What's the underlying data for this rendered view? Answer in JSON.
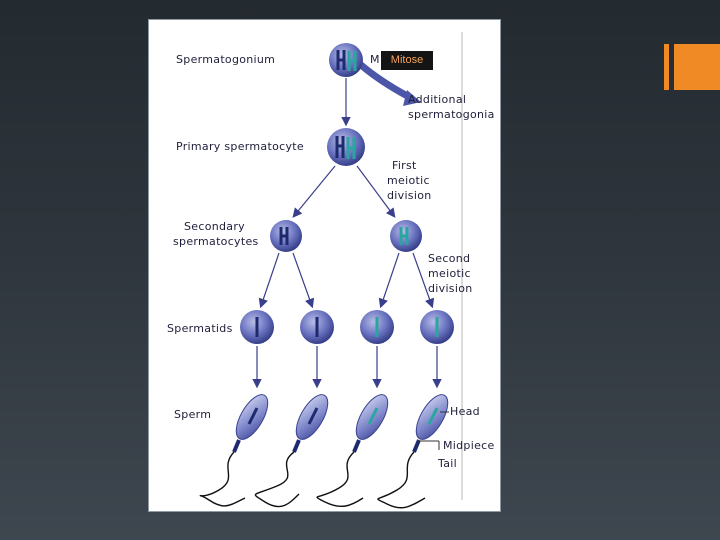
{
  "labels": {
    "spermatogonium": "Spermatogonium",
    "mitose_partial": "M",
    "mitose": "Mitose",
    "additional_1": "Additional",
    "additional_2": "spermatogonia",
    "primary": "Primary spermatocyte",
    "first_1": "First",
    "first_2": "meiotic",
    "first_3": "division",
    "secondary_1": "Secondary",
    "secondary_2": "spermatocytes",
    "second_1": "Second",
    "second_2": "meiotic",
    "second_3": "division",
    "spermatids": "Spermatids",
    "sperm": "Sperm",
    "head": "Head",
    "midpiece": "Midpiece",
    "tail": "Tail"
  },
  "colors": {
    "accent": "#f08a24",
    "cell_fill": "#5a64b4",
    "cell_edge": "#2e3680",
    "chrom_dark": "#1e2a6e",
    "chrom_teal": "#2aa6a0",
    "arrow": "#3a3f8c",
    "tag_bg": "#141414",
    "tag_text": "#f6a35a"
  }
}
